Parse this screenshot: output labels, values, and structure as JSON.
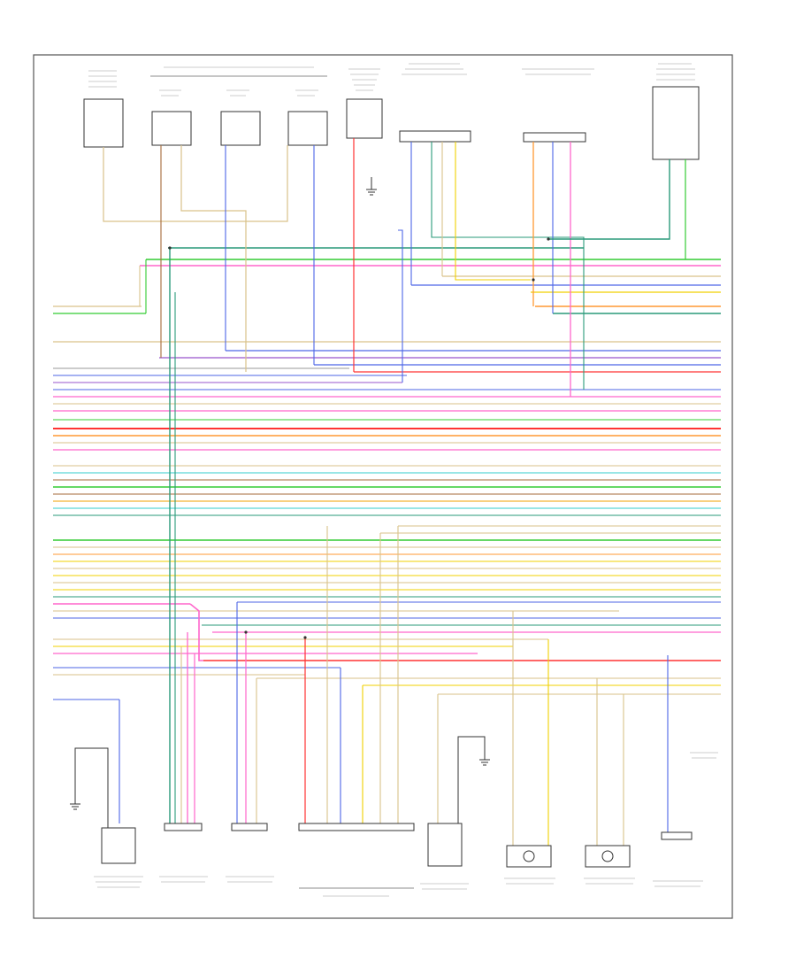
{
  "footnote": "",
  "colors": {
    "frame": "#555555",
    "wire_yellow": "#f0d000",
    "wire_green": "#33cc33",
    "wire_blue": "#4d66e6",
    "wire_red": "#ff3333",
    "wire_pink": "#ff66cc",
    "wire_orange": "#ff9933",
    "wire_tan": "#d9c28a",
    "wire_teal": "#2a9a7a",
    "wire_purple": "#9955cc",
    "wire_gray": "#999999",
    "wire_brown": "#a66a3a"
  },
  "components_top": [
    {
      "id": "t1",
      "icon": "module-box-icon"
    },
    {
      "id": "t2",
      "icon": "motor-connector-icon"
    },
    {
      "id": "t3",
      "icon": "motor-connector-icon"
    },
    {
      "id": "t4",
      "icon": "motor-connector-icon"
    },
    {
      "id": "t5",
      "icon": "module-box-icon"
    },
    {
      "id": "t6",
      "icon": "sensor-connector-icon"
    },
    {
      "id": "t7",
      "icon": "sensor-connector-icon"
    },
    {
      "id": "t8",
      "icon": "module-box-icon"
    }
  ],
  "components_bottom": [
    {
      "id": "b1",
      "icon": "module-box-icon"
    },
    {
      "id": "b2",
      "icon": "connector-icon"
    },
    {
      "id": "b3",
      "icon": "connector-icon"
    },
    {
      "id": "b4",
      "icon": "connector-icon"
    },
    {
      "id": "b5",
      "icon": "module-box-icon"
    },
    {
      "id": "b6",
      "icon": "motor-icon"
    },
    {
      "id": "b7",
      "icon": "motor-icon"
    },
    {
      "id": "b8",
      "icon": "connector-icon"
    }
  ],
  "ground_symbols": [
    {
      "id": "g1",
      "icon": "ground-icon"
    },
    {
      "id": "g2",
      "icon": "ground-icon"
    },
    {
      "id": "g3",
      "icon": "ground-icon"
    }
  ]
}
